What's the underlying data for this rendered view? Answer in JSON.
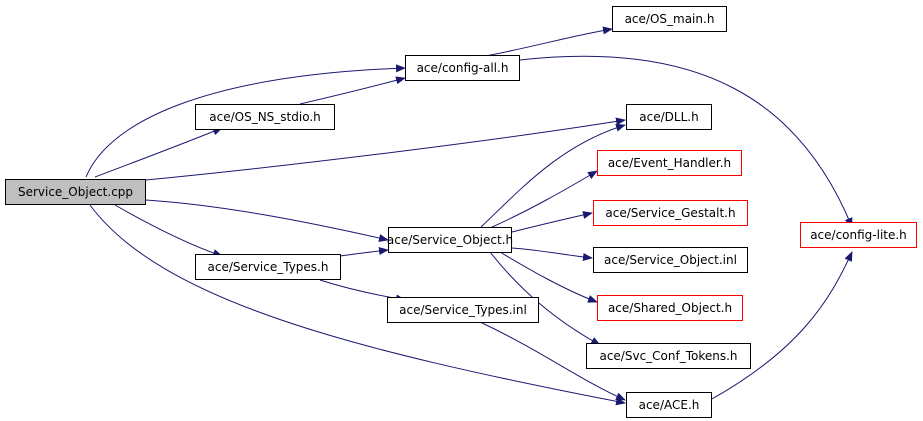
{
  "colors": {
    "edge": "#191970",
    "node_border": "#000000",
    "external_border": "#ff0000",
    "root_fill": "#bfbfbf"
  },
  "nodes": {
    "service_object_cpp": "Service_Object.cpp",
    "os_main_h": "ace/OS_main.h",
    "config_all_h": "ace/config-all.h",
    "os_ns_stdio_h": "ace/OS_NS_stdio.h",
    "dll_h": "ace/DLL.h",
    "event_handler_h": "ace/Event_Handler.h",
    "service_gestalt_h": "ace/Service_Gestalt.h",
    "service_object_h": "ace/Service_Object.h",
    "config_lite_h": "ace/config-lite.h",
    "service_types_h": "ace/Service_Types.h",
    "service_object_inl": "ace/Service_Object.inl",
    "service_types_inl": "ace/Service_Types.inl",
    "shared_object_h": "ace/Shared_Object.h",
    "svc_conf_tokens_h": "ace/Svc_Conf_Tokens.h",
    "ace_h": "ace/ACE.h"
  }
}
